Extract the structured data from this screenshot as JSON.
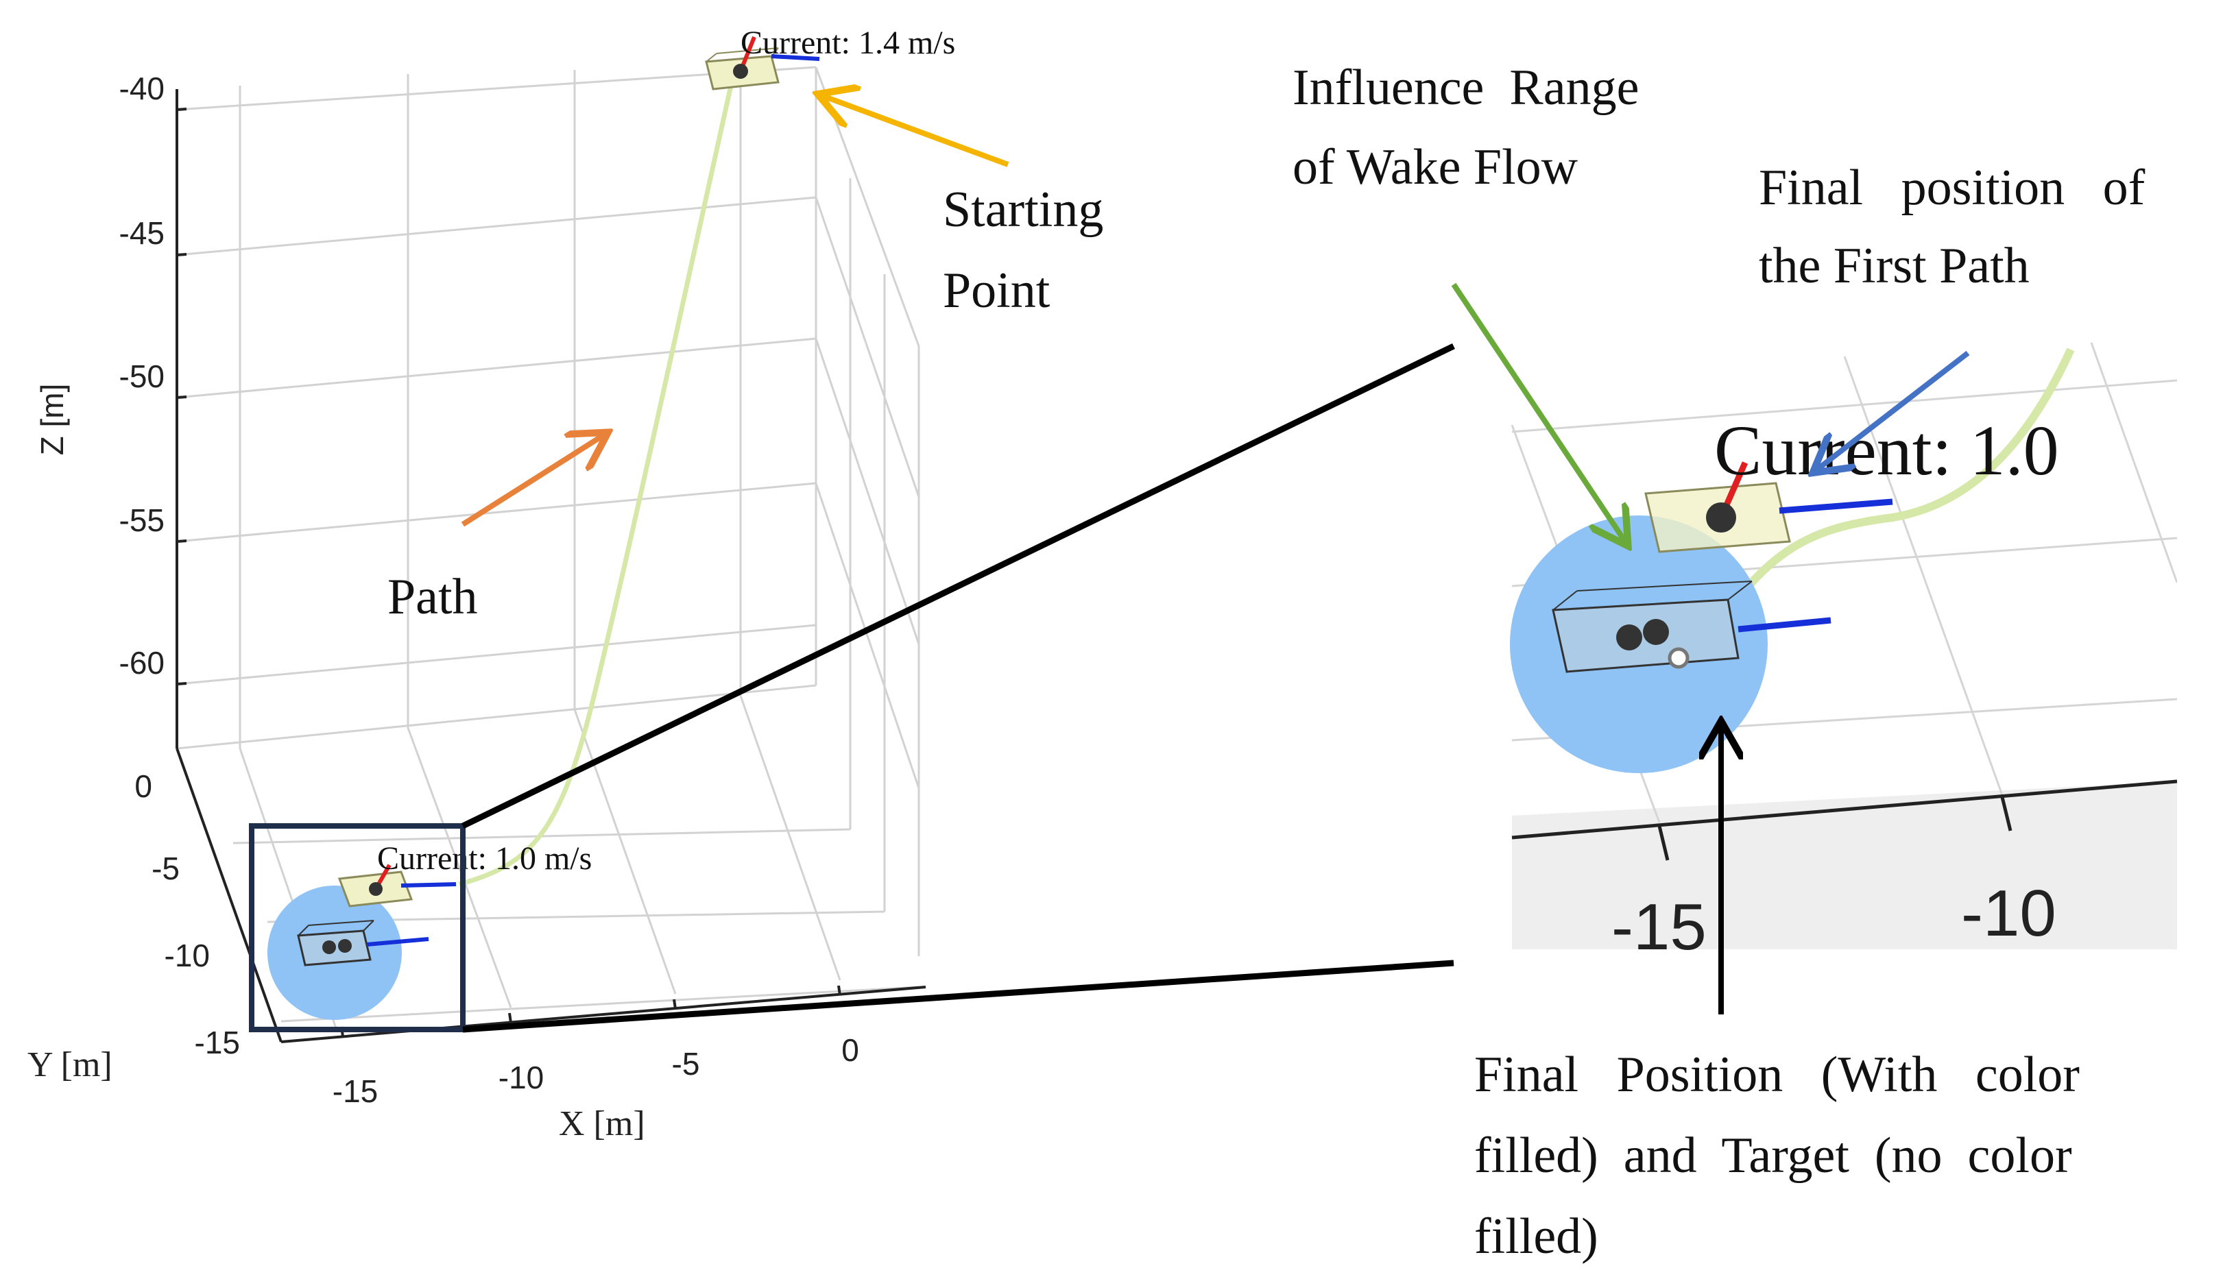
{
  "axes": {
    "z_label": "Z [m]",
    "y_label": "Y [m]",
    "x_label": "X [m]",
    "z_ticks": [
      "-40",
      "-45",
      "-50",
      "-55",
      "-60"
    ],
    "y_ticks": [
      "0",
      "-5",
      "-10",
      "-15"
    ],
    "x_ticks": [
      "-15",
      "-10",
      "-5",
      "0"
    ]
  },
  "labels": {
    "current_start": "Current: 1.4 m/s",
    "current_end": "Current: 1.0 m/s",
    "path": "Path",
    "starting_point": [
      "Starting",
      "Point"
    ],
    "influence_range": [
      "Influence  Range",
      "of Wake Flow"
    ],
    "final_first_path": [
      "Final   position   of",
      "the First Path"
    ],
    "final_position": [
      "Final   Position   (With   color",
      "filled)  and  Target  (no  color",
      "filled)"
    ]
  },
  "zoom": {
    "current_label": "Current: 1.0 ",
    "x_ticks": [
      "-15",
      "-10"
    ]
  },
  "colors": {
    "path": "#d6e8a8",
    "influence": "#8fc3f5",
    "vehicle_body": "#f1f1c8",
    "vehicle_body_blue": "#b7cfe0",
    "arrow_orange": "#e8823b",
    "arrow_yellow": "#f5b400",
    "arrow_green": "#6aaa3a",
    "arrow_blue": "#4472c4",
    "zoom_box": "#1f2e4a",
    "current_red": "#e02020",
    "heading_blue": "#1530d8"
  }
}
